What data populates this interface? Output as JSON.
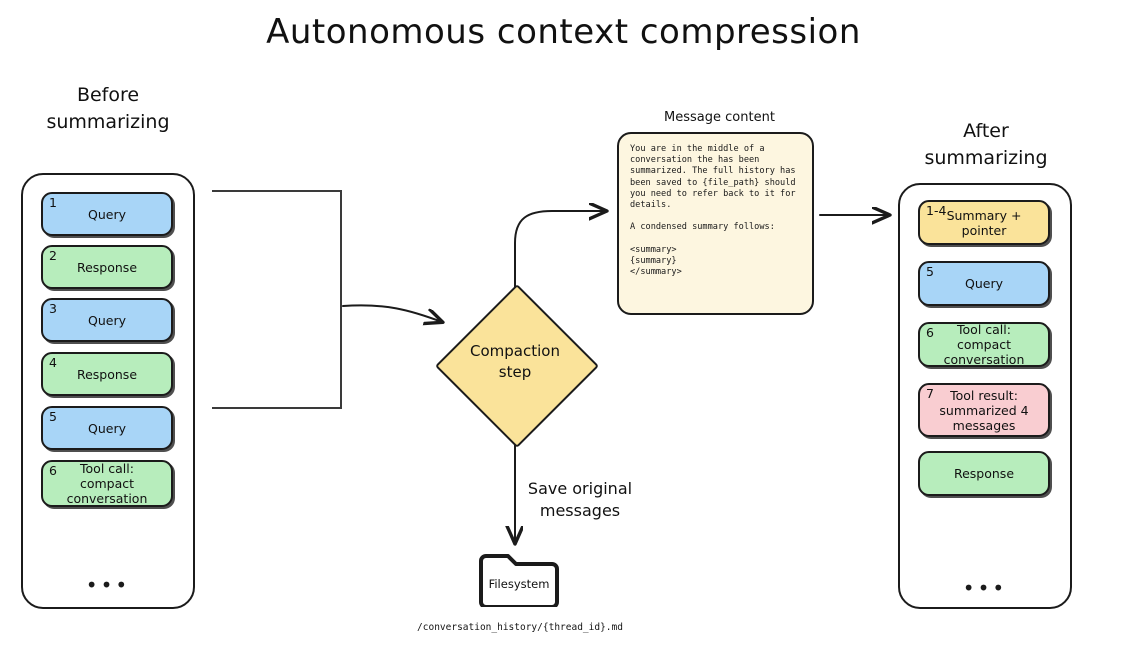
{
  "title": "Autonomous context compression",
  "before": {
    "heading_line1": "Before",
    "heading_line2": "summarizing",
    "items": [
      {
        "num": "1",
        "text": "Query",
        "color": "blue"
      },
      {
        "num": "2",
        "text": "Response",
        "color": "green"
      },
      {
        "num": "3",
        "text": "Query",
        "color": "blue"
      },
      {
        "num": "4",
        "text": "Response",
        "color": "green"
      },
      {
        "num": "5",
        "text": "Query",
        "color": "blue"
      },
      {
        "num": "6",
        "text": "Tool call:\ncompact conversation",
        "color": "green"
      }
    ],
    "ellipsis": "•••"
  },
  "after": {
    "heading_line1": "After",
    "heading_line2": "summarizing",
    "items": [
      {
        "num": "1-4",
        "text": "Summary +\npointer",
        "color": "yellow"
      },
      {
        "num": "5",
        "text": "Query",
        "color": "blue"
      },
      {
        "num": "6",
        "text": "Tool call:\ncompact conversation",
        "color": "green"
      },
      {
        "num": "7",
        "text": "Tool result:\nsummarized 4\nmessages",
        "color": "pink"
      },
      {
        "num": "",
        "text": "Response",
        "color": "green"
      }
    ],
    "ellipsis": "•••"
  },
  "compaction": {
    "label_line1": "Compaction",
    "label_line2": "step"
  },
  "message_content": {
    "title": "Message content",
    "body": "You are in the middle of a\nconversation the has been\nsummarized. The full history has\nbeen saved to {file_path} should\nyou need to refer back to it for\ndetails.\n\nA condensed summary follows:\n\n<summary>\n{summary}\n</summary>"
  },
  "filesystem": {
    "save_label_line1": "Save original",
    "save_label_line2": "messages",
    "folder_label": "Filesystem",
    "path": "/conversation_history/{thread_id}.md"
  },
  "colors": {
    "blue": "#a8d5f7",
    "green": "#b7edbc",
    "yellow": "#fae39a",
    "pink": "#f9cdd1",
    "note_bg": "#fdf6e0",
    "stroke": "#1b1b1b",
    "background": "#ffffff"
  }
}
